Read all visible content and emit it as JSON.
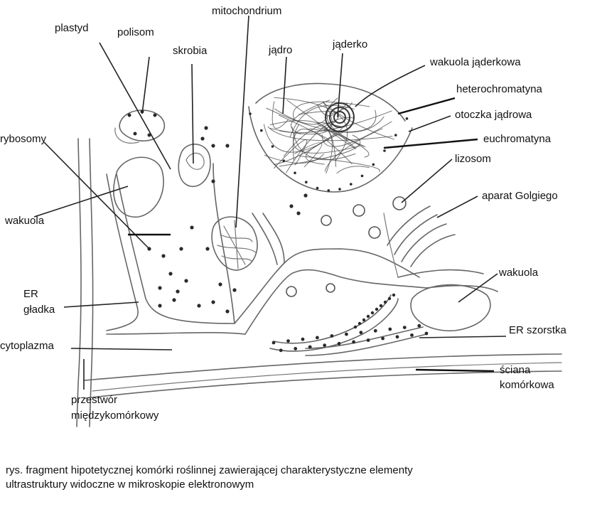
{
  "labels": {
    "mitochondrium": "mitochondrium",
    "plastyd": "plastyd",
    "polisom": "polisom",
    "skrobia": "skrobia",
    "jadro": "jądro",
    "jaderko": "jąderko",
    "wakuola_jaderkowa": "wakuola jąderkowa",
    "heterochromatyna": "heterochromatyna",
    "otoczka_jadrowa": "otoczka jądrowa",
    "euchromatyna": "euchromatyna",
    "lizosom": "lizosom",
    "rybosomy": "rybosomy",
    "wakuola_left": "wakuola",
    "aparat_golgiego": "aparat Golgiego",
    "wakuola_right": "wakuola",
    "er_gladka_1": "ER",
    "er_gladka_2": "gładka",
    "er_szorstka": "ER szorstka",
    "cytoplazma": "cytoplazma",
    "sciana_1": "ściana",
    "sciana_2": "komórkowa",
    "przestwor_1": "przestwór",
    "przestwor_2": "międzykomórkowy"
  },
  "caption": {
    "line1": "rys. fragment hipotetycznej komórki roślinnej zawierającej charakterystyczne elementy",
    "line2": "ultrastruktury widoczne w mikroskopie elektronowym"
  }
}
